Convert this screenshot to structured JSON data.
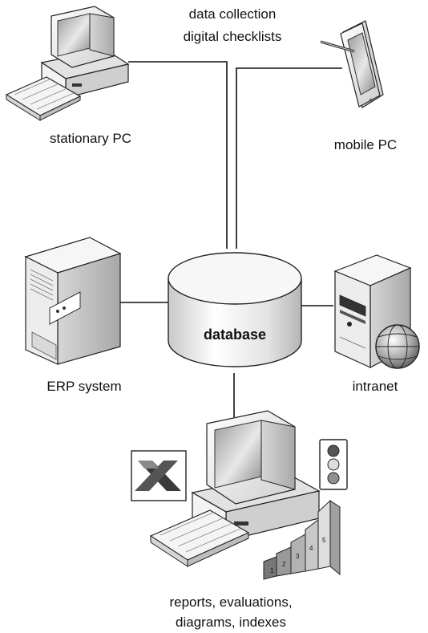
{
  "top_caption": {
    "line1": "data collection",
    "line2": "digital checklists"
  },
  "nodes": {
    "stationary_pc": "stationary PC",
    "mobile_pc": "mobile PC",
    "erp_system": "ERP system",
    "database": "database",
    "intranet": "intranet"
  },
  "bottom_caption": {
    "line1": "reports, evaluations,",
    "line2": "diagrams, indexes"
  },
  "stairs_numbers": [
    "1",
    "2",
    "3",
    "4",
    "5"
  ]
}
